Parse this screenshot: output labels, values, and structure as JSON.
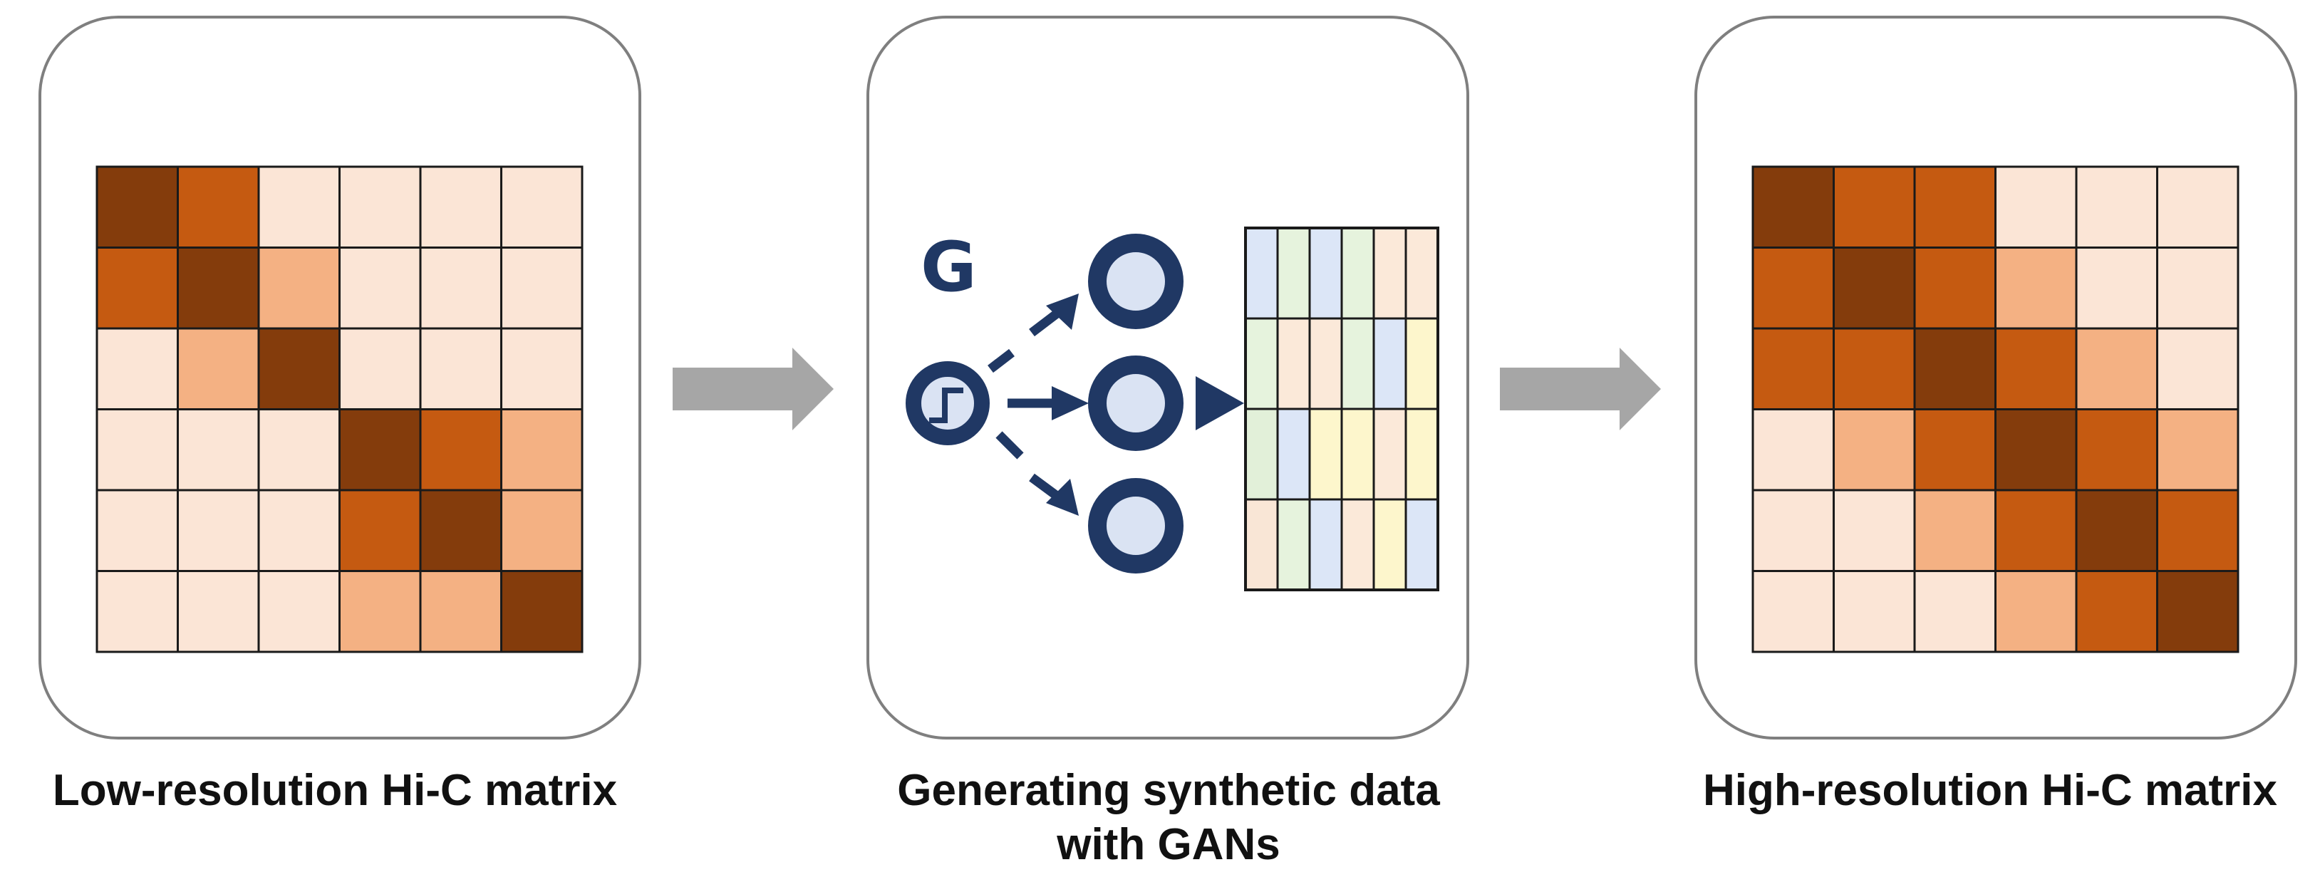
{
  "panels": [
    {
      "caption": "Low-resolution Hi-C matrix",
      "matrix": [
        [
          3,
          2,
          0,
          0,
          0,
          0
        ],
        [
          2,
          3,
          1,
          0,
          0,
          0
        ],
        [
          0,
          1,
          3,
          0,
          0,
          0
        ],
        [
          0,
          0,
          0,
          3,
          2,
          1
        ],
        [
          0,
          0,
          0,
          2,
          3,
          1
        ],
        [
          0,
          0,
          0,
          1,
          1,
          3
        ]
      ]
    },
    {
      "caption_line1": "Generating synthetic data",
      "caption_line2": "with GANs",
      "generator_label": "G",
      "table_columns": [
        [
          "#dce6f7",
          "#e6f3dd",
          "#e2f0d9",
          "#f9e6d6"
        ],
        [
          "#e6f3dd",
          "#fbe9d9",
          "#dce6f7",
          "#e6f3dd"
        ],
        [
          "#dce6f7",
          "#fbe9d9",
          "#fdf6cc",
          "#dce6f7"
        ],
        [
          "#e6f3dd",
          "#e6f3dd",
          "#fdf6cc",
          "#fbe9d9"
        ],
        [
          "#fbe9d9",
          "#dce6f7",
          "#fbe9d9",
          "#fdf6cc"
        ],
        [
          "#fbe9d9",
          "#fdf6cc",
          "#fdf6cc",
          "#dce6f7"
        ]
      ]
    },
    {
      "caption": "High-resolution Hi-C matrix",
      "matrix": [
        [
          3,
          2,
          2,
          0,
          0,
          0
        ],
        [
          2,
          3,
          2,
          1,
          0,
          0
        ],
        [
          2,
          2,
          3,
          2,
          1,
          0
        ],
        [
          0,
          1,
          2,
          3,
          2,
          1
        ],
        [
          0,
          0,
          1,
          2,
          3,
          2
        ],
        [
          0,
          0,
          0,
          1,
          2,
          3
        ]
      ]
    }
  ],
  "colors": {
    "level0": "#fbe5d6",
    "level1": "#f4b183",
    "level2": "#c55a11",
    "level3": "#843c0c",
    "grid": "#1a1a1a",
    "panel_border": "#7f7f7f",
    "arrow": "#a6a6a6",
    "network": "#203864",
    "node_fill": "#dae3f3"
  }
}
